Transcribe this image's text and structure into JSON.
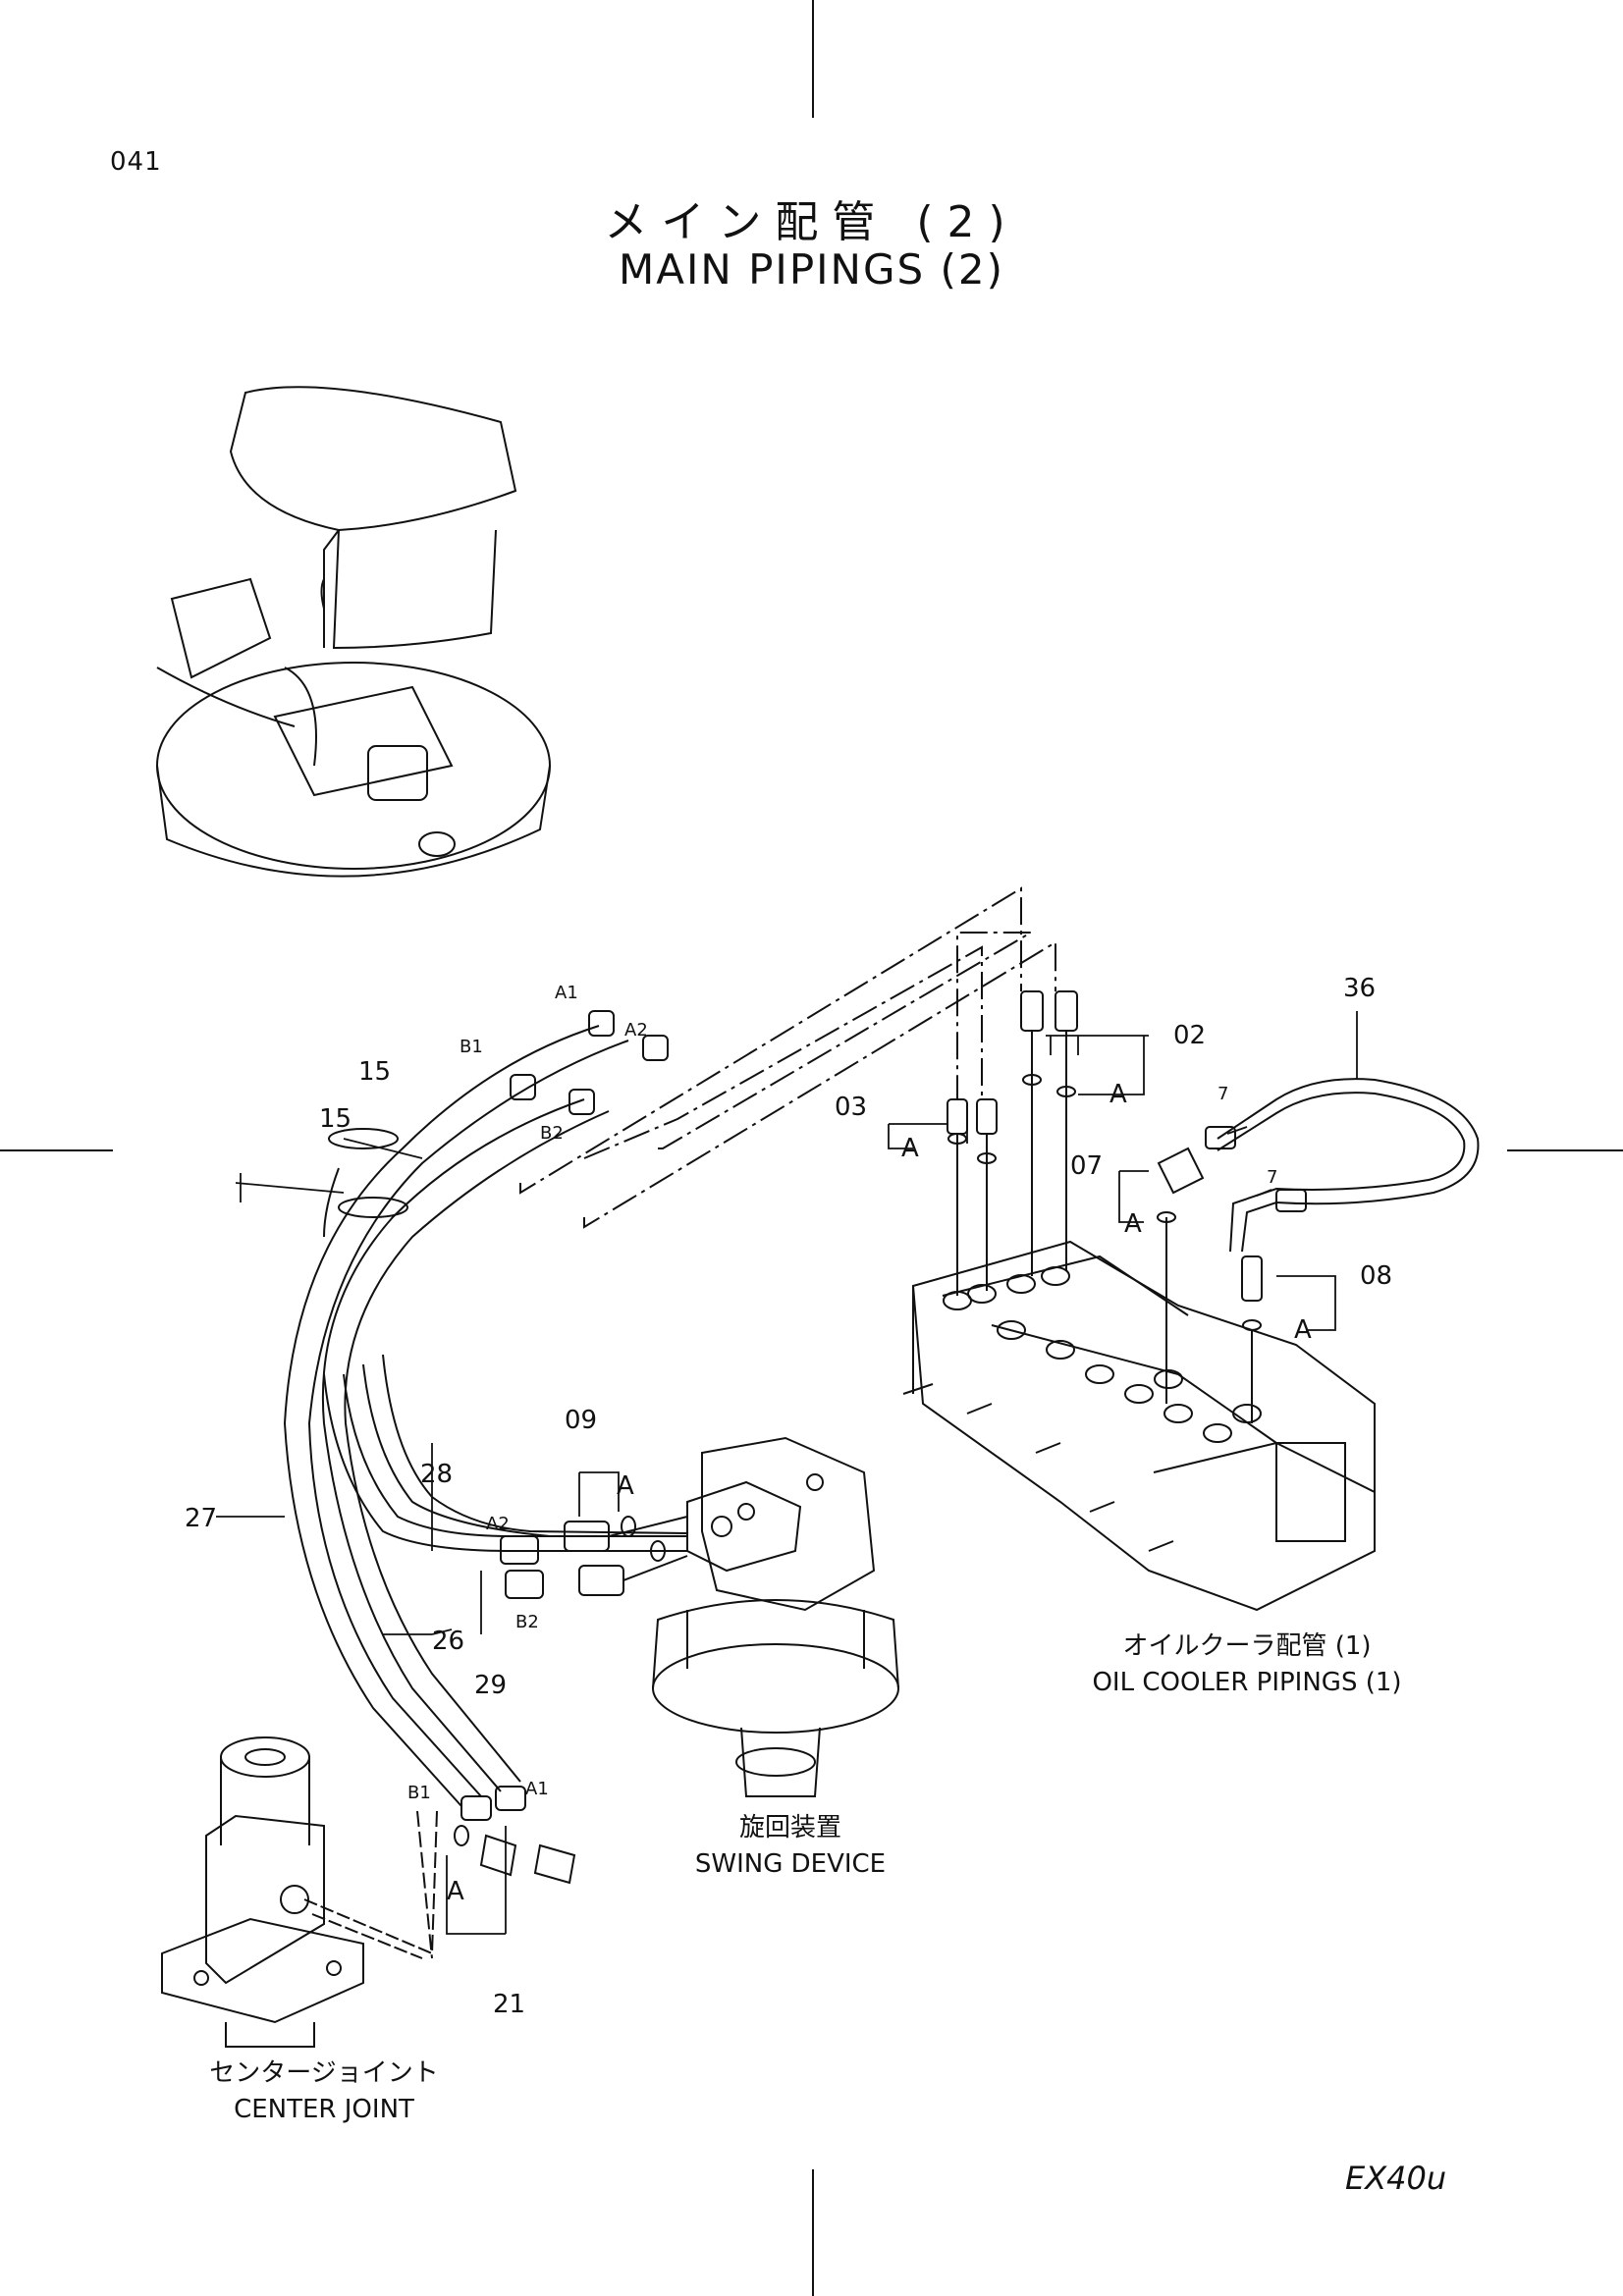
{
  "page_number": "041",
  "title": {
    "jp": "メイン配管 (2)",
    "en": "MAIN PIPINGS (2)"
  },
  "model": "EX40u",
  "part_numbers": {
    "p02": "02",
    "p03": "03",
    "p07": "07",
    "p08": "08",
    "p09": "09",
    "p15a": "15",
    "p15b": "15",
    "p21": "21",
    "p26": "26",
    "p27": "27",
    "p28": "28",
    "p29": "29",
    "p36": "36",
    "p7a": "7",
    "p7b": "7"
  },
  "port_labels": {
    "a1_top": "A1",
    "b1_top": "B1",
    "a2_top": "A2",
    "b2_top": "B2",
    "a2_mid": "A2",
    "b2_mid": "B2",
    "a1_bot": "A1",
    "b1_bot": "B1"
  },
  "ref_markers": {
    "a_02": "A",
    "a_03": "A",
    "a_07": "A",
    "a_08": "A",
    "a_09": "A",
    "a_21": "A"
  },
  "captions": {
    "oil_cooler_jp": "オイルクーラ配管 (1)",
    "oil_cooler_en": "OIL COOLER PIPINGS (1)",
    "swing_jp": "旋回装置",
    "swing_en": "SWING DEVICE",
    "center_jp": "センタージョイント",
    "center_en": "CENTER JOINT"
  }
}
